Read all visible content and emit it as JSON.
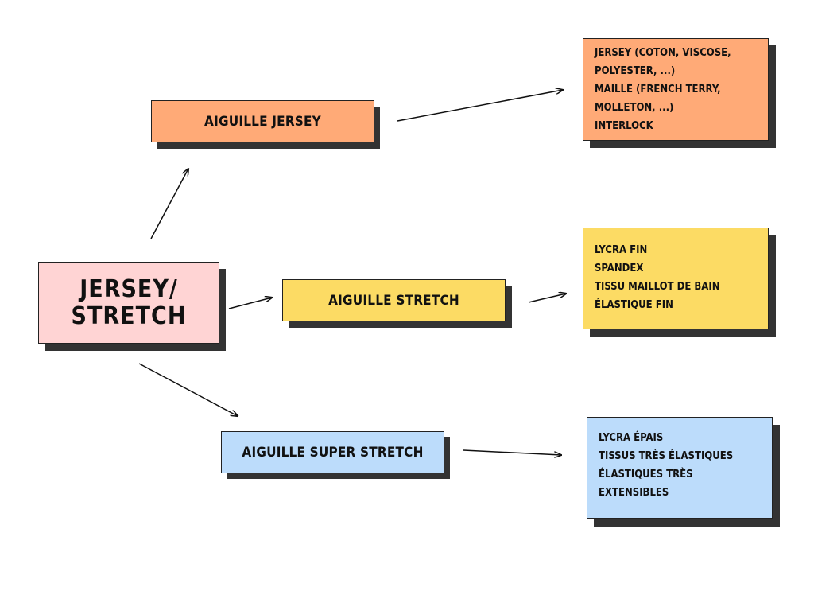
{
  "main_node": {
    "line1": "JERSEY/",
    "line2": "STRETCH"
  },
  "needles": {
    "jersey": {
      "label": "AIGUILLE JERSEY",
      "color": "#ffaa77"
    },
    "stretch": {
      "label": "AIGUILLE STRETCH",
      "color": "#fcdb64"
    },
    "super_stretch": {
      "label": "AIGUILLE SUPER STRETCH",
      "color": "#bcdcfb"
    }
  },
  "fabrics": {
    "jersey": [
      "JERSEY (COTON, VISCOSE,",
      "POLYESTER, ...)",
      "MAILLE (FRENCH TERRY,",
      "MOLLETON, ...)",
      "INTERLOCK"
    ],
    "stretch": [
      "LYCRA FIN",
      "SPANDEX",
      "TISSU MAILLOT DE BAIN",
      "ÉLASTIQUE FIN"
    ],
    "super_stretch": [
      "LYCRA ÉPAIS",
      "TISSUS TRÈS ÉLASTIQUES",
      "ÉLASTIQUES TRÈS",
      "EXTENSIBLES"
    ]
  }
}
